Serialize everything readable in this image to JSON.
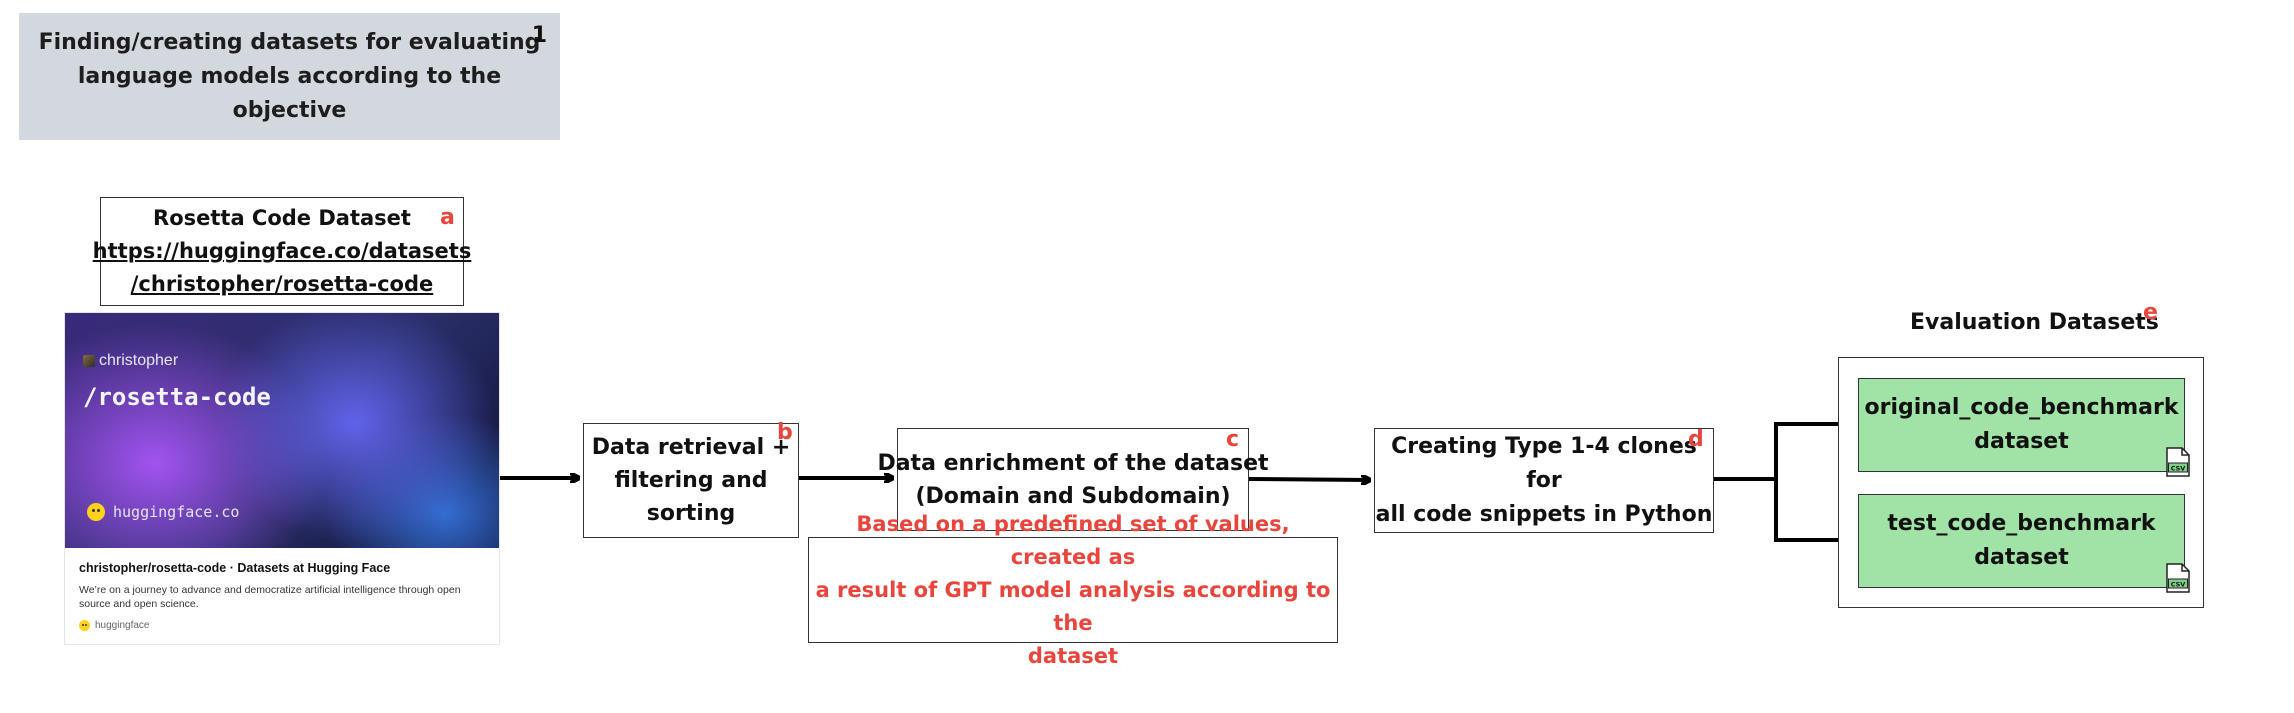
{
  "header": {
    "title_line1": "Finding/creating datasets for evaluating",
    "title_line2": "language models according to the objective",
    "stage_number": "1"
  },
  "colors": {
    "header_bg": "#d2d8dd",
    "marker_red": "#e8453c",
    "dataset_green": "#a1e2a7",
    "border": "#333333"
  },
  "step_a": {
    "marker": "a",
    "title": "Rosetta Code Dataset",
    "link_line1": "https://huggingface.co/datasets",
    "link_line2": "/christopher/rosetta-code",
    "card": {
      "user": "christopher",
      "repo": "/rosetta-code",
      "site": "huggingface.co",
      "page_title": "christopher/rosetta-code · Datasets at Hugging Face",
      "description": "We’re on a journey to advance and democratize artificial intelligence through open source and open science.",
      "domain": "huggingface"
    }
  },
  "step_b": {
    "marker": "b",
    "line1": "Data retrieval +",
    "line2": "filtering and",
    "line3": "sorting"
  },
  "step_c": {
    "marker": "c",
    "line1": "Data enrichment of the dataset",
    "line2": "(Domain and Subdomain)",
    "note_line1": "Based on a predefined set of values, created as",
    "note_line2": "a result of GPT model analysis according to the",
    "note_line3": "dataset"
  },
  "step_d": {
    "marker": "d",
    "line1": "Creating Type 1-4 clones for",
    "line2": "all code snippets in Python"
  },
  "step_e": {
    "marker": "e",
    "title": "Evaluation Datasets",
    "datasets": [
      {
        "line1": "original_code_benchmark",
        "line2": "dataset",
        "icon": "csv-file-icon"
      },
      {
        "line1": "test_code_benchmark",
        "line2": "dataset",
        "icon": "csv-file-icon"
      }
    ],
    "file_label": "CSV"
  }
}
